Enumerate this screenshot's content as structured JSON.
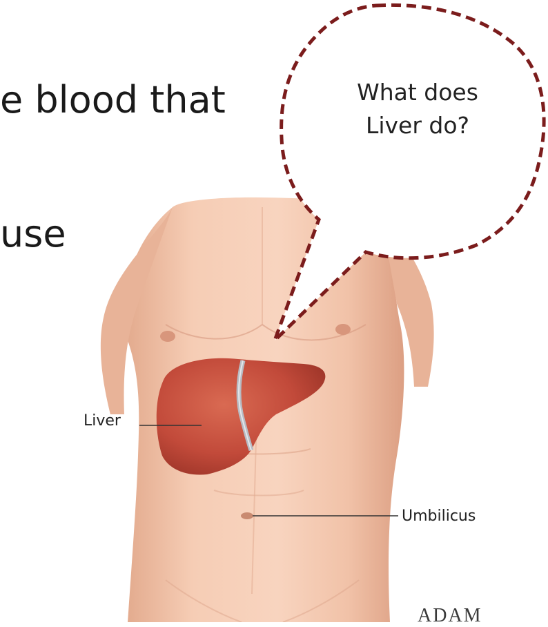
{
  "slide": {
    "line1": "e blood that",
    "line2": "use"
  },
  "callout": {
    "text": "What does Liver do?",
    "border_color": "#7b1c1c"
  },
  "labels": {
    "liver": "Liver",
    "umbilicus": "Umbilicus"
  },
  "logo": {
    "text": "ADAM"
  },
  "colors": {
    "skin": "#f2c4aa",
    "liver": "#c24a3a",
    "ligament": "#b8bcc4"
  }
}
